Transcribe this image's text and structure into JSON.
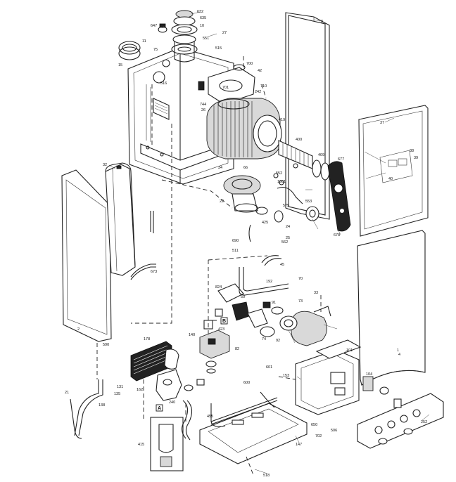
{
  "labels": {
    "l_3": "3",
    "l_37": "37",
    "l_2": "2",
    "l_1": "1",
    "l_32": "32",
    "l_632": "632",
    "l_635": "635",
    "l_647": "647",
    "l_10": "10",
    "l_11": "11",
    "l_15": "15",
    "l_75": "75",
    "l_27": "27",
    "l_551": "551",
    "l_515": "515",
    "l_516": "516",
    "l_700": "700",
    "l_42": "42",
    "l_701": "701",
    "l_242": "242",
    "l_710": "710",
    "l_744": "744",
    "l_26": "26",
    "l_419": "419",
    "l_400": "400",
    "l_409": "409",
    "l_677": "677",
    "l_38": "38",
    "l_39": "39",
    "l_40": "40",
    "l_34": "34",
    "l_66": "66",
    "l_22": "22",
    "l_1001": "1001",
    "l_552": "552",
    "l_553": "553",
    "l_575": "575",
    "l_425": "425",
    "l_24": "24",
    "l_25": "25",
    "l_562": "562",
    "l_673": "673",
    "l_678": "678",
    "l_690": "690",
    "l_511": "511",
    "l_45": "45",
    "l_192": "192",
    "l_70": "70",
    "l_33": "33",
    "l_824": "824",
    "l_50": "50",
    "l_91": "91",
    "l_92": "92",
    "l_73": "73",
    "l_B": "B",
    "l_423": "423",
    "l_140": "140",
    "l_178": "178",
    "l_A": "A",
    "l_590": "590",
    "l_21": "21",
    "l_138": "138",
    "l_131": "131",
    "l_135": "135",
    "l_162": "162",
    "l_240": "240",
    "l_455": "455",
    "l_415": "415",
    "l_601": "601",
    "l_600": "600",
    "l_153": "153",
    "l_101": "101",
    "l_104": "104",
    "l_252": "252",
    "l_147": "147",
    "l_518": "518",
    "l_506": "506",
    "l_702": "702",
    "l_650": "650",
    "l_74": "74",
    "l_82": "82",
    "l_4": "4"
  }
}
